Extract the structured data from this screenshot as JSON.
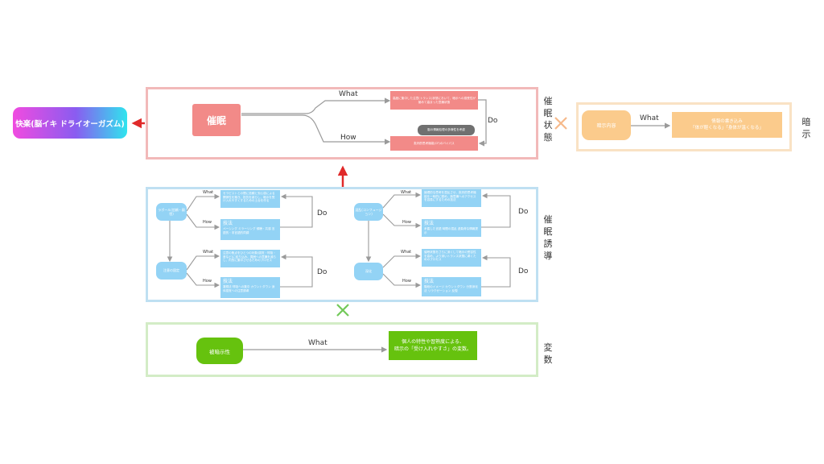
{
  "pleasure": {
    "label": "快楽(脳イキ ドライオーガズム)"
  },
  "hypnosis": {
    "side_label": "催眠状態",
    "node": "催眠",
    "what_label": "What",
    "how_label": "How",
    "do_label": "Do",
    "what_box": "高度に集中した注意(トランス)状態において、暗示への感受性が極めて高まった意識状態",
    "how_box": "批判的思考機能(CF)のバイパス",
    "gray_box": "脳の情報処理の多様性を考慮"
  },
  "suggestion": {
    "side_label": "暗示",
    "node": "暗示内容",
    "what_label": "What",
    "box_line1": "情報の書き込み",
    "box_line2": "「体が軽くなる」「身体が温くなる」"
  },
  "induction": {
    "side_label": "催眠誘導",
    "items": [
      {
        "node": "ラポール(信頼・親密)",
        "what_label": "What",
        "how_label": "How",
        "do_label": "Do",
        "what_box": "セラピストとの間に信頼と安心感による関係性を築き、抵抗を減らし、暗示を受け入れやすくするための土台を作る",
        "how_title": "技法",
        "how_text": "ペーシング ミラーリング 傾聴・共感 言語的・非言語的同調"
      },
      {
        "node": "注意の固定",
        "what_label": "What",
        "how_label": "How",
        "do_label": "Do",
        "what_box": "注意の焦点をひとつの対象(感覚・呼吸・音など)に絞り込み、周囲への意識を減らし、内的に集中させるためのプロセス",
        "how_title": "技法",
        "how_text": "凝視法 呼吸への集中 カウントダウン 身体感覚への注意誘導"
      },
      {
        "node": "混乱(コンフュージョン)",
        "what_label": "What",
        "how_label": "How",
        "do_label": "Do",
        "what_box": "論理的な思考を混乱させ、批判的思考機能を一時的に弱め、無意識へのアクセスを容易にするための技法",
        "how_title": "技法",
        "how_text": "矛盾した言語 時間の混乱 過負荷な情報提示"
      },
      {
        "node": "深化",
        "what_label": "What",
        "how_label": "How",
        "do_label": "Do",
        "what_box": "催眠状態をさらに深くして暗示の受容性を高め、より深いトランス状態に導くためのプロセス",
        "how_title": "技法",
        "how_text": "階段のイメージ カウントダウン 分割深化法 リラクゼーション 反復"
      }
    ]
  },
  "variable": {
    "side_label": "変数",
    "node": "被暗示性",
    "what_label": "What",
    "box_line1": "個人の特性や習熟度による、",
    "box_line2": "暗示の「受け入れやすさ」の変数。"
  },
  "colors": {
    "hypnosis_frame": "#f2b9b9",
    "suggestion_frame": "#f9e2c4",
    "induction_frame": "#bfe0f2",
    "variable_frame": "#d3ecc6",
    "hypnosis_node": "#f28a88",
    "hypnosis_box": "#f28a88",
    "suggestion_box": "#fbcb8c",
    "induction_box": "#93d3f5",
    "variable_node": "#66c20e",
    "red_arrow": "#e02a2a",
    "connector": "#9a9a9a"
  }
}
